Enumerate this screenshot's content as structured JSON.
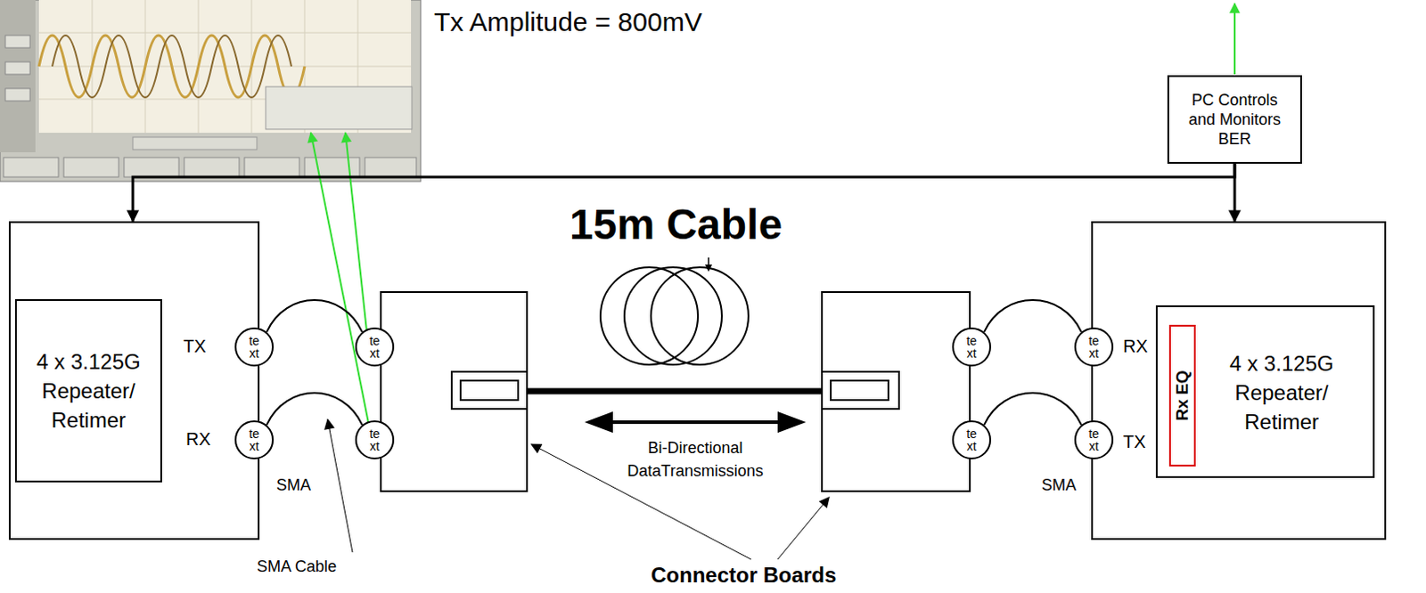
{
  "diagram": {
    "nodes": [
      {
        "text": [
          "PC Controls and Monitors BER"
        ]
      },
      {
        "text": [
          "TX",
          "RX"
        ]
      },
      {
        "text": [
          "4 x 3.125G Repeater/ Retimer"
        ],
        "in": 1
      },
      {
        "text": [
          "te xt"
        ]
      },
      {
        "text": [
          "te xt"
        ]
      },
      {
        "text": [
          "te xt"
        ]
      },
      {
        "text": [
          "te xt"
        ]
      },
      {
        "text": [
          "te xt"
        ]
      },
      {
        "text": [
          "te xt"
        ]
      },
      {
        "text": [
          "RX",
          "TX"
        ]
      },
      {
        "text": [
          "4 x 3.125G Repeater/ Retimer"
        ],
        "in": 9
      },
      {
        "text": [
          "Rx EQ"
        ],
        "in": 10
      },
      {
        "text": [
          "te xt"
        ]
      },
      {
        "text": [
          "te xt"
        ]
      }
    ],
    "edges": [
      {
        "from": 0,
        "to": 1,
        "arrow": "to"
      },
      {
        "from": 0,
        "to": 9,
        "arrow": "to"
      },
      {
        "from": 3,
        "to": 5,
        "arrow": "none"
      },
      {
        "from": 4,
        "to": 6,
        "arrow": "none"
      },
      {
        "from": 7,
        "to": 12,
        "arrow": "none"
      },
      {
        "from": 8,
        "to": 13,
        "arrow": "none"
      }
    ],
    "labels": [
      "Tx Amplitude = 800mV",
      "15m Cable",
      "Bi-Directional DataTransmissions",
      "SMA",
      "SMA",
      "SMA Cable",
      "Connector Boards"
    ]
  }
}
